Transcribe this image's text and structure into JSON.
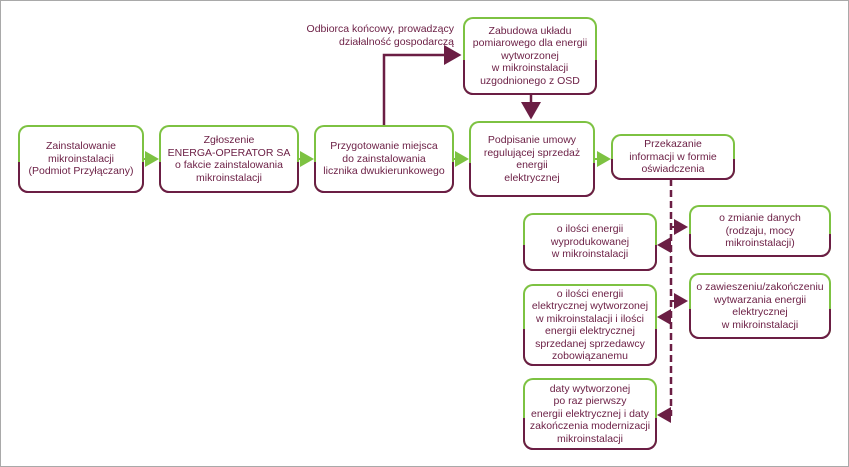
{
  "note": "Odbiorca końcowy, prowadzący\ndziałalność gospodarczą",
  "main_flow": [
    "Zainstalowanie\nmikroinstalacji\n(Podmiot Przyłączany)",
    "Zgłoszenie\nENERGA-OPERATOR SA\no fakcie zainstalowania\nmikroinstalacji",
    "Przygotowanie miejsca\ndo zainstalowania\nlicznika dwukierunkowego",
    "Podpisanie umowy\nregulującej sprzedaż\nenergii\nelektrycznej",
    "Przekazanie\ninformacji w formie\noświadczenia"
  ],
  "top_box": "Zabudowa układu\npomiarowego dla energii\nwytworzonej\nw mikroinstalacji\nuzgodnionego z OSD",
  "left_items": [
    "o ilości energii\nwyprodukowanej\nw mikroinstalacji",
    "o ilości energii\nelektrycznej wytworzonej\nw mikroinstalacji i ilości\nenergii elektrycznej\nsprzedanej sprzedawcy\nzobowiązanemu",
    "daty wytworzonej\npo raz pierwszy\nenergii elektrycznej i daty\nzakończenia modernizacji\nmikroinstalacji"
  ],
  "right_items": [
    "o zmianie danych\n(rodzaju, mocy\nmikroinstalacji)",
    "o zawieszeniu/zakończeniu\nwytwarzania energii\nelektrycznej\nw mikroinstalacji"
  ],
  "colors": {
    "green": "#7dc242",
    "plum": "#6b1e44"
  }
}
